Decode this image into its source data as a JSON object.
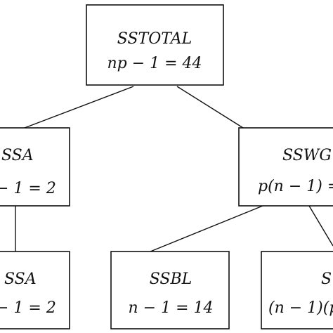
{
  "diagram": {
    "nodes": {
      "sstotal": {
        "title": "SSTOTAL",
        "df": "np − 1 = 44"
      },
      "ssa_mid": {
        "title": "SSA",
        "df": "− 1 = 2"
      },
      "sswg": {
        "title": "SSWG",
        "df": "p(n − 1) ="
      },
      "ssa_bottom": {
        "title": "SSA",
        "df": "− 1 = 2"
      },
      "ssbl": {
        "title": "SSBL",
        "df": "n − 1 = 14"
      },
      "ss_right": {
        "title": "S",
        "df": "(n − 1)(p"
      }
    }
  }
}
